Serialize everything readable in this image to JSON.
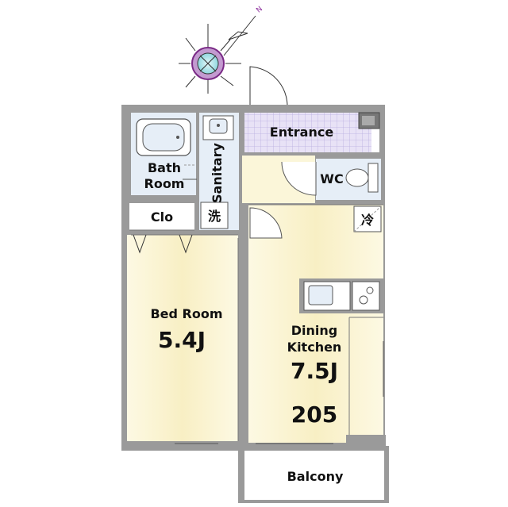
{
  "compass": {
    "north_label": "N"
  },
  "rooms": {
    "entrance": "Entrance",
    "wc": "WC",
    "bath_line1": "Bath",
    "bath_line2": "Room",
    "sanitary": "Sanitary",
    "clo": "Clo",
    "washer": "洗",
    "fridge": "冷",
    "bedroom_label": "Bed Room",
    "bedroom_size": "5.4J",
    "dining_line1": "Dining",
    "dining_line2": "Kitchen",
    "dining_size": "7.5J",
    "balcony": "Balcony"
  },
  "unit_number": "205",
  "colors": {
    "wall": "#9a9a9a",
    "room_fill": "#fbf6d9",
    "wet_fill": "#e4eef8",
    "entrance_fill": "#ddd6f0",
    "compass_ring": "#a03aa0",
    "compass_center": "#9fe0e6"
  }
}
